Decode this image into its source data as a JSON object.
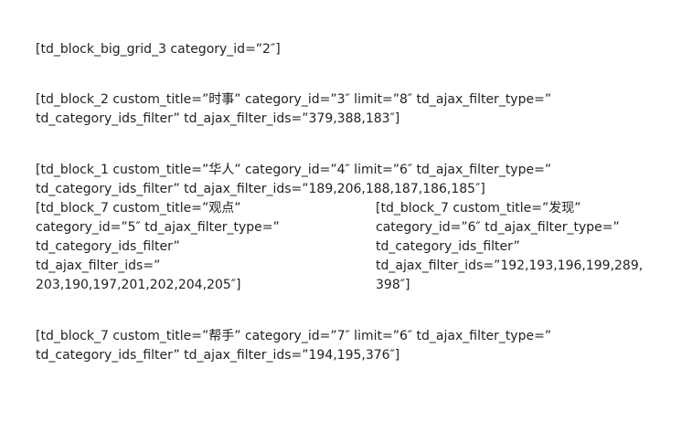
{
  "blocks": {
    "big_grid": {
      "lines": [
        "[td_block_big_grid_3 category_id=”2″]"
      ]
    },
    "block_2": {
      "lines": [
        "[td_block_2 custom_title=”时事” category_id=”3″ limit=”8″ td_ajax_filter_type=”",
        "td_category_ids_filter” td_ajax_filter_ids=”379,388,183″]"
      ]
    },
    "block_1": {
      "lines": [
        "[td_block_1 custom_title=”华人” category_id=”4″ limit=”6″ td_ajax_filter_type=”",
        "td_category_ids_filter” td_ajax_filter_ids=”189,206,188,187,186,185″]"
      ]
    },
    "block_7_left": {
      "lines": [
        "[td_block_7 custom_title=”观点”",
        "category_id=”5″ td_ajax_filter_type=”",
        "td_category_ids_filter”",
        "td_ajax_filter_ids=”",
        "203,190,197,201,202,204,205″]"
      ]
    },
    "block_7_right": {
      "lines": [
        "[td_block_7 custom_title=”发现”",
        "category_id=”6″ td_ajax_filter_type=”",
        "td_category_ids_filter”",
        "td_ajax_filter_ids=”192,193,196,199,289,",
        "398″]"
      ]
    },
    "block_7_bottom": {
      "lines": [
        "[td_block_7 custom_title=”帮手” category_id=”7″ limit=”6″ td_ajax_filter_type=”",
        "td_category_ids_filter” td_ajax_filter_ids=”194,195,376″]"
      ]
    }
  }
}
